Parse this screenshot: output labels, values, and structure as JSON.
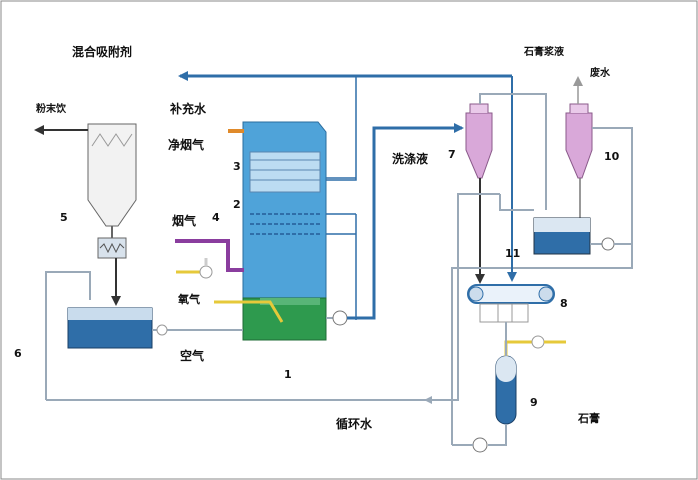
{
  "labels": {
    "absorbent": "混合吸附剂",
    "makeup_water": "补充水",
    "clean_gas": "净烟气",
    "flue_gas": "烟气",
    "air": "空气",
    "washing_liquid": "洗涤液",
    "circulating_water": "循环水",
    "gypsum_slurry": "石膏浆液",
    "top_left_outlet": "粉末饮",
    "top_right_water": "废水",
    "gypsum": "石膏",
    "oxidation_air": "氧气"
  },
  "numbers": {
    "n1": "1",
    "n2": "2",
    "n3": "3",
    "n4": "4",
    "n5": "5",
    "n6": "6",
    "n7": "7",
    "n8": "8",
    "n9": "9",
    "n10": "10",
    "n11": "11"
  },
  "colors": {
    "pipe_blue": "#2f6ea8",
    "pipe_gray": "#9aa9b8",
    "tower_blue": "#4fa3d9",
    "slurry_green": "#2e9a4e",
    "cyclone_pink": "#d9a8d9",
    "flue_purple": "#8a3d9e",
    "air_yellow": "#e6c93a",
    "clean_orange": "#e08a2a"
  }
}
